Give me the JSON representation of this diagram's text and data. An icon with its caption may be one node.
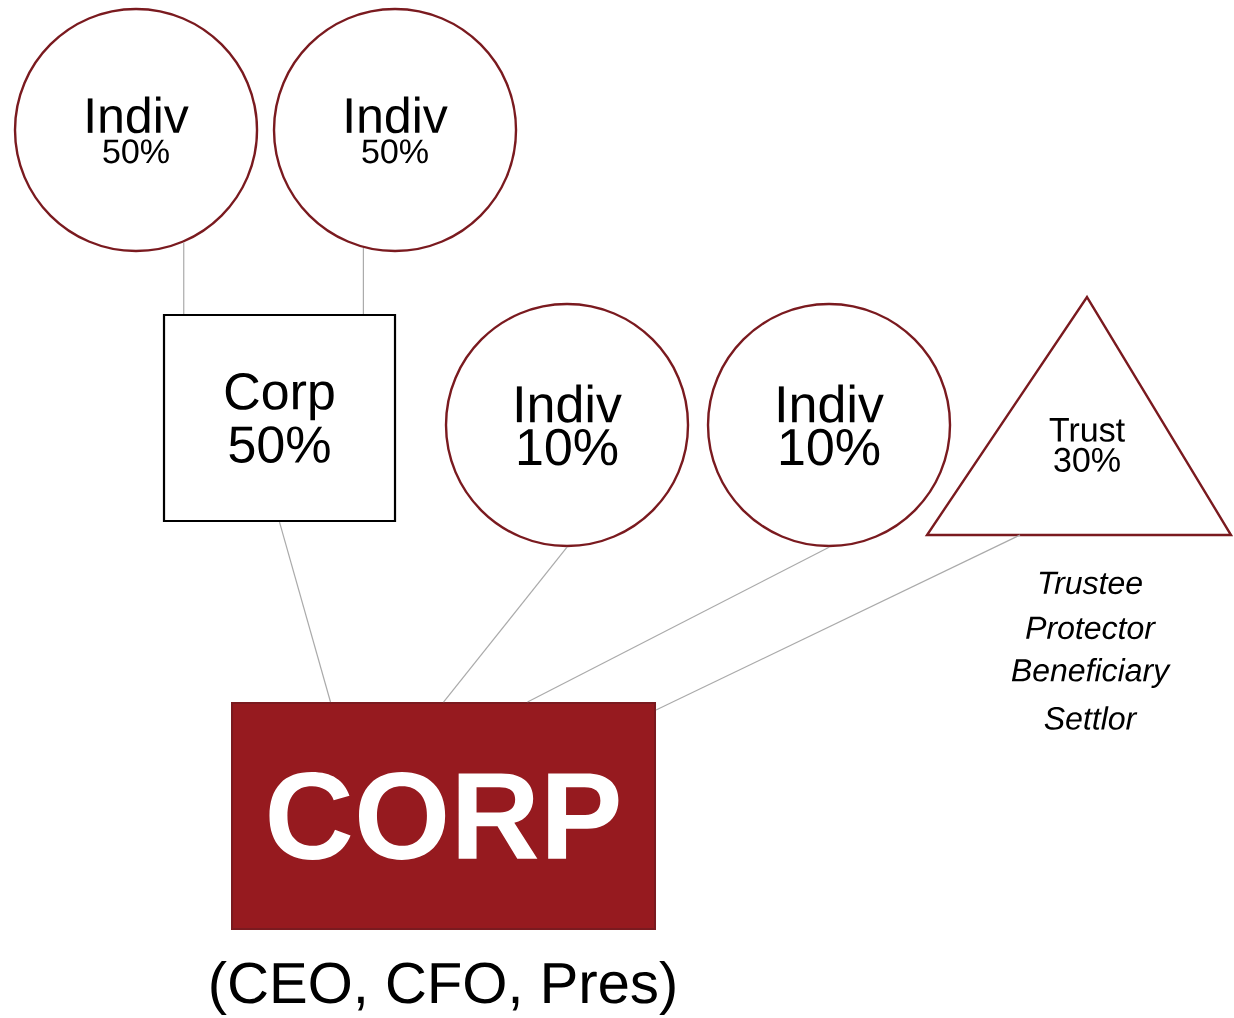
{
  "diagram": {
    "nodes": [
      {
        "text": [
          "Indiv",
          "50%"
        ]
      },
      {
        "text": [
          "Indiv",
          "50%"
        ]
      },
      {
        "text": [
          "Corp",
          "50%"
        ]
      },
      {
        "text": [
          "Indiv",
          "10%"
        ]
      },
      {
        "text": [
          "Indiv",
          "10%"
        ]
      },
      {
        "text": [
          "Trust",
          "30%"
        ],
        "beside": [
          "Trustee",
          "Protector",
          "Beneficiary",
          "Settlor"
        ]
      },
      {
        "text": [
          "CORP"
        ],
        "beside": [
          "(CEO, CFO, Pres)"
        ]
      }
    ],
    "edges": [
      {
        "from": 0,
        "to": 2,
        "arrow": "none"
      },
      {
        "from": 1,
        "to": 2,
        "arrow": "none"
      },
      {
        "from": 2,
        "to": 6,
        "arrow": "none"
      },
      {
        "from": 3,
        "to": 6,
        "arrow": "none"
      },
      {
        "from": 4,
        "to": 6,
        "arrow": "none"
      },
      {
        "from": 5,
        "to": 6,
        "arrow": "none"
      }
    ]
  }
}
